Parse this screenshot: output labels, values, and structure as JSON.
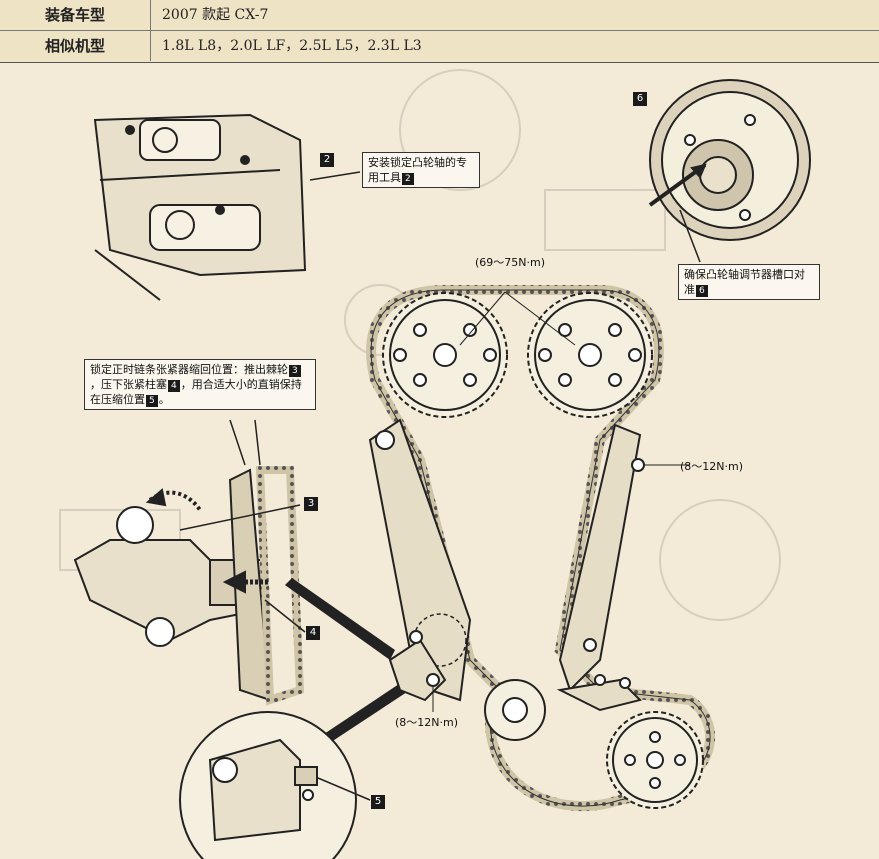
{
  "header": {
    "model_label": "装备车型",
    "model_value": "2007 款起 CX-7",
    "engine_label": "相似机型",
    "engine_value": "1.8L L8，2.0L LF，2.5L L5，2.3L L3"
  },
  "callouts": {
    "c2_text": "安装锁定凸轮轴的专用工具",
    "c2_badge": "2",
    "c6_text": "确保凸轮轴调节器槽口对准",
    "c6_badge": "6",
    "tensioner_text_1": "锁定正时链条张紧器缩回位置：推出棘轮",
    "tensioner_badge_3": "3",
    "tensioner_text_2": "，压下张紧柱塞",
    "tensioner_badge_4": "4",
    "tensioner_text_3": "，用合适大小的直销保持在压缩位置",
    "tensioner_badge_5": "5",
    "tensioner_text_4": "。"
  },
  "labels": {
    "n2": "2",
    "n3": "3",
    "n4": "4",
    "n5": "5",
    "n6": "6"
  },
  "torques": {
    "sprocket": "(69～75N·m)",
    "guide_right": "(8～12N·m)",
    "guide_left": "(8～12N·m)"
  }
}
